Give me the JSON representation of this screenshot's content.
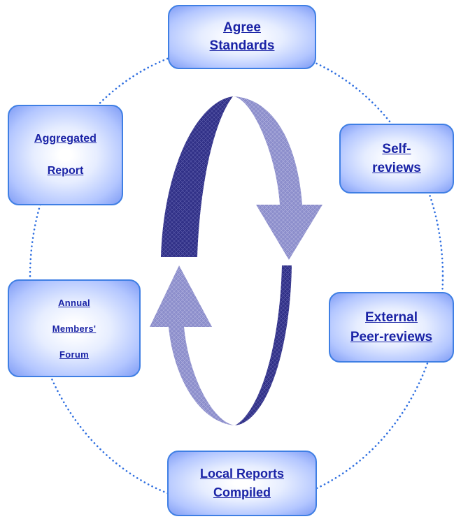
{
  "nodes": {
    "agree_standards": {
      "line1": "Agree",
      "line2": "Standards"
    },
    "self_reviews": {
      "line1": "Self-",
      "line2": "reviews"
    },
    "external_peer_reviews": {
      "line1": "External",
      "line2": "Peer-reviews"
    },
    "local_reports": {
      "line1": "Local Reports",
      "line2": "Compiled"
    },
    "annual_forum": {
      "line1": "Annual",
      "line2": "Members'",
      "line3": "Forum"
    },
    "aggregated_report": {
      "line1": "Aggregated",
      "line2": "Report"
    }
  },
  "colors": {
    "node_border": "#3f7fe4",
    "node_text": "#1a23a6",
    "ring_dots": "#2f6fe0",
    "arrow_dark": "#2b2b83",
    "arrow_light": "#8789c8"
  }
}
